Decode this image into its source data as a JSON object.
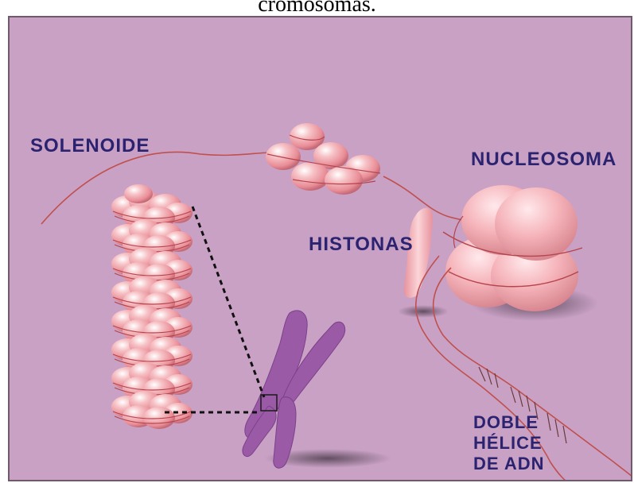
{
  "caption": "cromosomas.",
  "labels": {
    "solenoide": "SOLENOIDE",
    "nucleosoma": "NUCLEOSOMA",
    "histonas": "HISTONAS",
    "doble_helice": [
      "DOBLE",
      "HÉLICE",
      "DE ADN"
    ]
  },
  "colors": {
    "background": "#c9a1c5",
    "label": "#2b2370",
    "sphere": "#f2a0a8",
    "dna_strand": "#c0504d",
    "chromosome": "#9a5aa6"
  }
}
